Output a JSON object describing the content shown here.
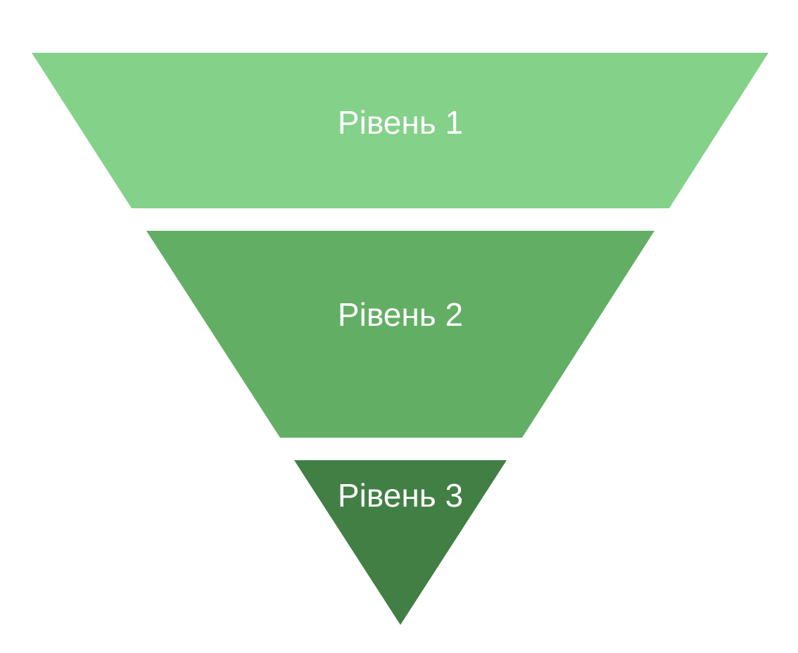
{
  "diagram": {
    "type": "inverted-pyramid",
    "levels": [
      {
        "label": "Рівень 1",
        "color": "#84d189"
      },
      {
        "label": "Рівень 2",
        "color": "#62ae65"
      },
      {
        "label": "Рівень 3",
        "color": "#417f45"
      }
    ]
  }
}
